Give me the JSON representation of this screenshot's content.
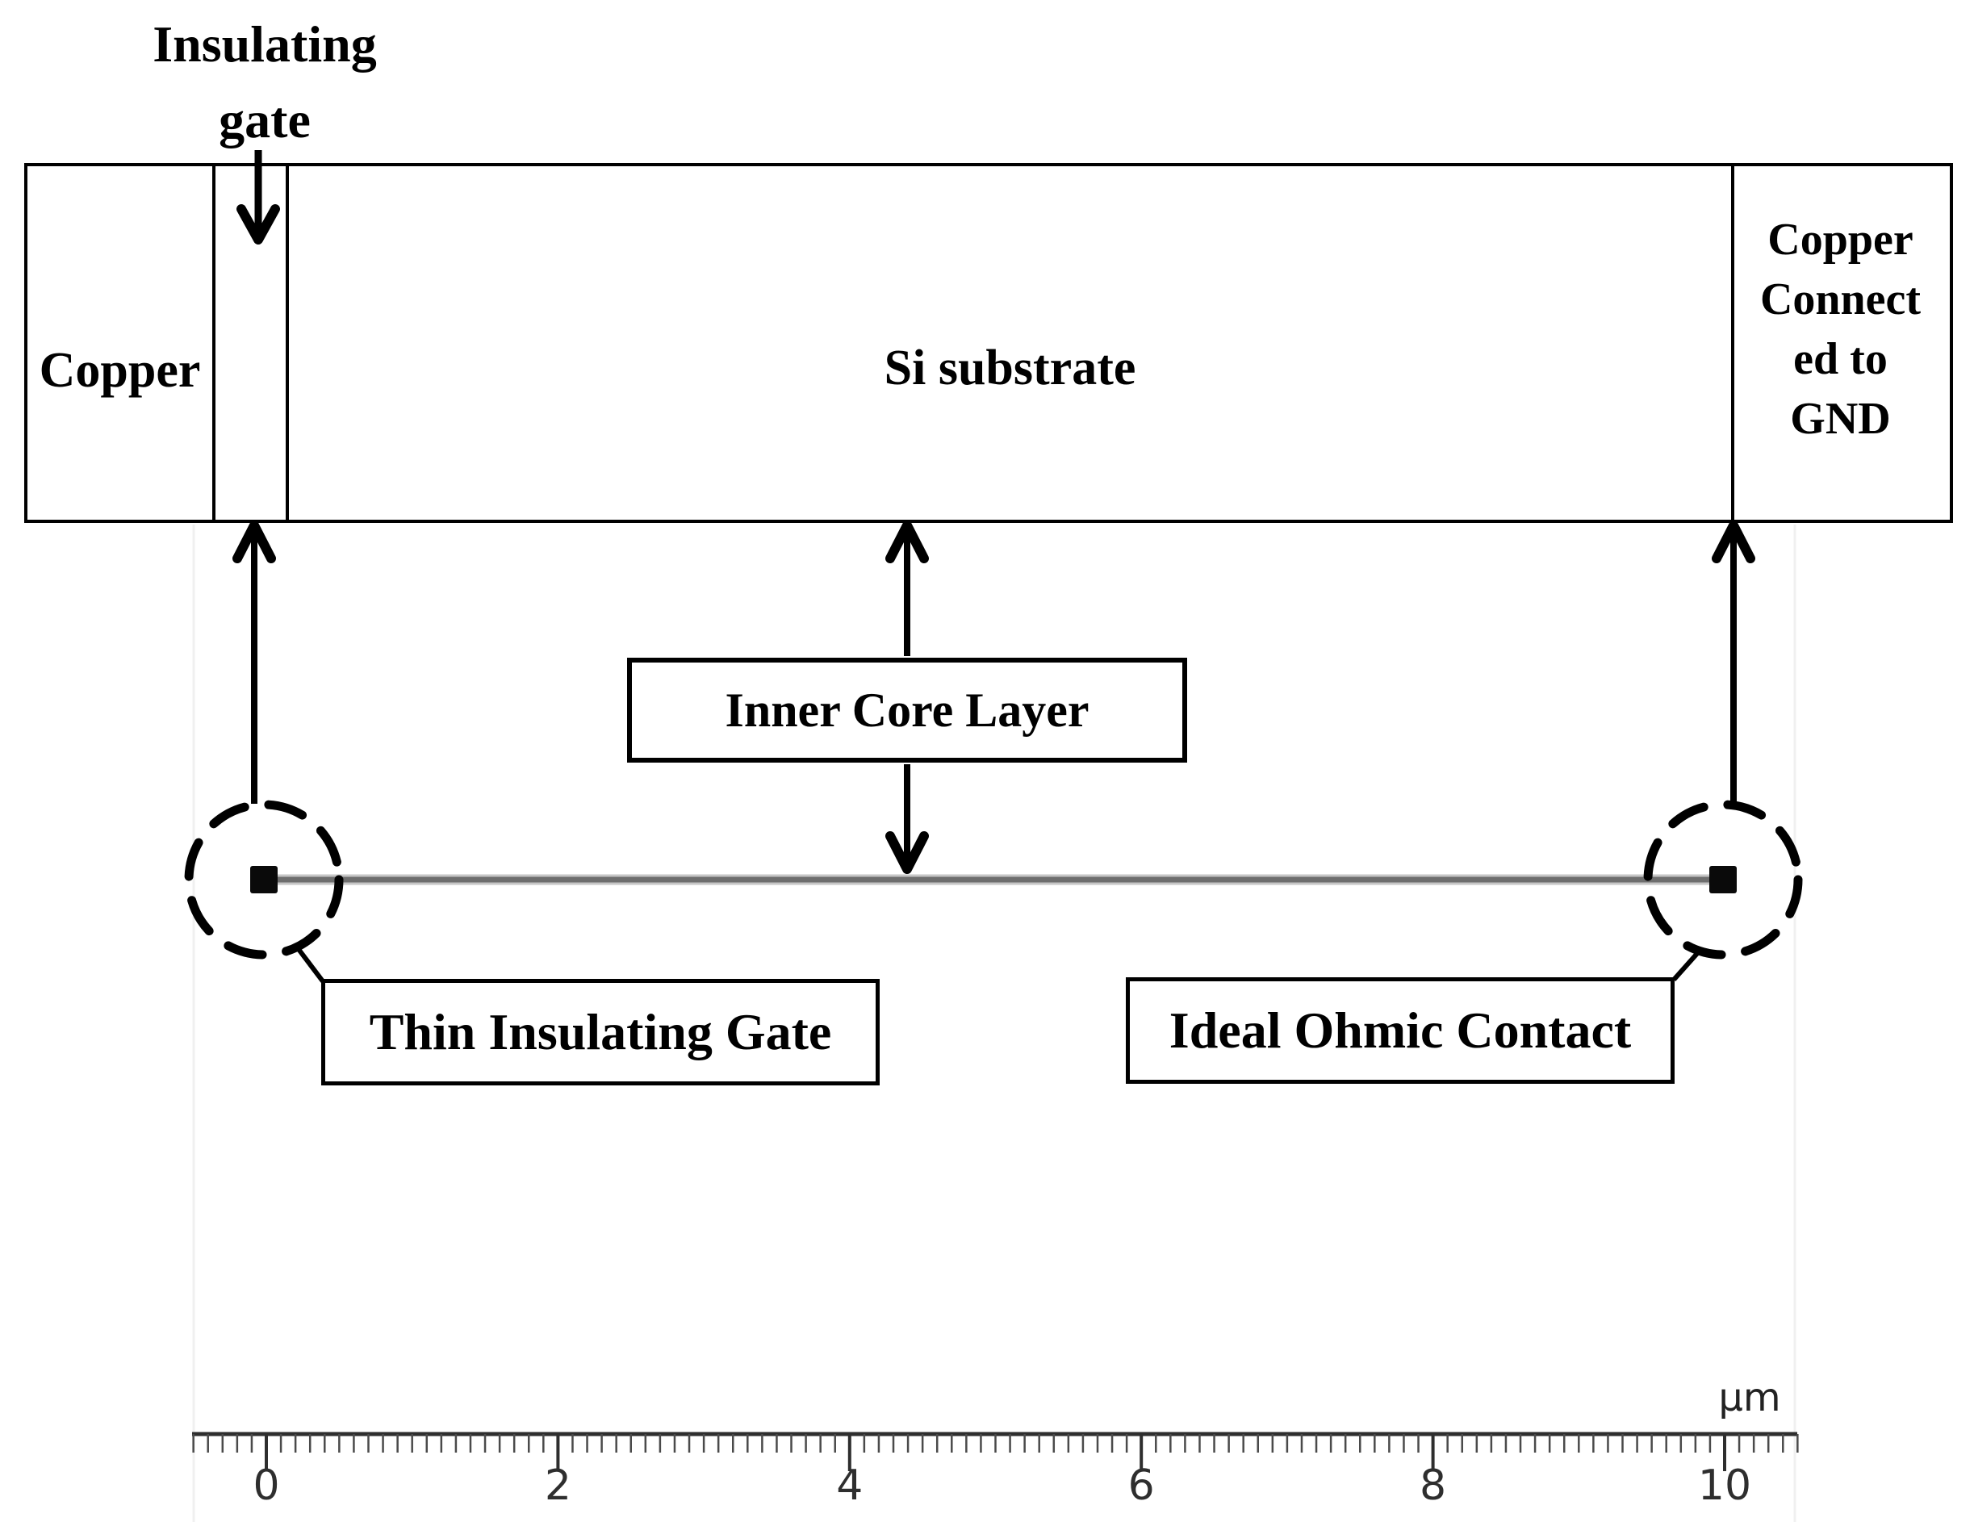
{
  "diagram": {
    "gate_label": {
      "line1": "Insulating",
      "line2": "gate"
    },
    "blocks": {
      "copper_left": "Copper",
      "si_substrate": "Si substrate",
      "copper_right_lines": {
        "l1": "Copper",
        "l2": "Connect",
        "l3": "ed to",
        "l4": "GND"
      }
    },
    "callouts": {
      "inner_core": "Inner Core Layer",
      "thin_insulating_gate": "Thin Insulating Gate",
      "ideal_ohmic_contact": "Ideal Ohmic Contact"
    },
    "colors": {
      "copper": "#FFC000",
      "substrate": "#B6DCE8",
      "line_gray": "#6e6e6e",
      "ink": "#000000"
    },
    "ruler": {
      "unit": "μm",
      "major_tick_values": [
        0,
        2,
        4,
        6,
        8,
        10
      ],
      "minor_step_um": 0.1,
      "range_min_um": -0.5,
      "range_max_um": 10.5
    }
  }
}
